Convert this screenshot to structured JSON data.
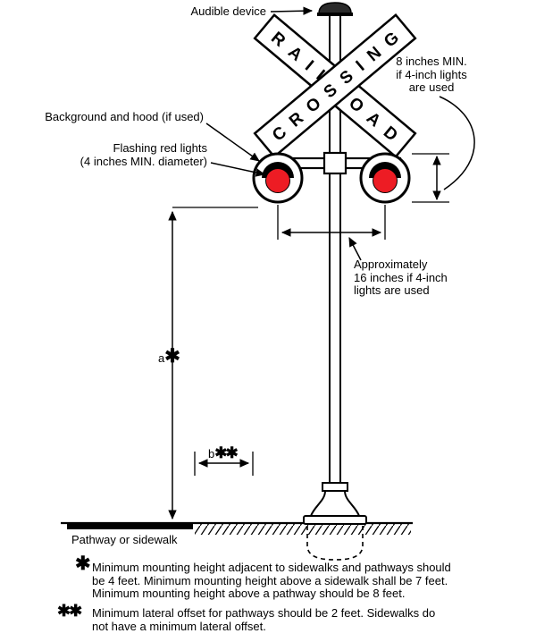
{
  "labels": {
    "audible_device": "Audible device",
    "eight_inch_note": {
      "lines": [
        "8 inches MIN.",
        "if 4-inch lights",
        "are used"
      ]
    },
    "background_hood": "Background and hood (if used)",
    "flashing_lights": {
      "lines": [
        "Flashing red lights",
        "(4 inches MIN. diameter)"
      ]
    },
    "sixteen_inch_note": {
      "lines": [
        "Approximately",
        "16 inches if 4-inch",
        "lights are used"
      ]
    },
    "pathway": "Pathway or sidewalk"
  },
  "dimensions": {
    "a": {
      "letter": "a",
      "marker": "✱"
    },
    "b": {
      "letter": "b",
      "marker": "✱✱"
    }
  },
  "crossbuck": {
    "word_top": "RAILROAD",
    "word_bottom": "CROSSING"
  },
  "footnotes": [
    {
      "marker": "✱",
      "lines": [
        "Minimum mounting height adjacent to sidewalks and pathways should",
        "be 4 feet. Minimum mounting height above a sidewalk shall be 7 feet.",
        "Minimum mounting height above a pathway should be 8 feet."
      ]
    },
    {
      "marker": "✱✱",
      "lines": [
        "Minimum lateral offset for pathways should be 2 feet. Sidewalks do",
        "not have a minimum lateral offset."
      ]
    }
  ],
  "colors": {
    "line": "#000000",
    "light_red": "#ed1c24",
    "background": "#ffffff"
  }
}
